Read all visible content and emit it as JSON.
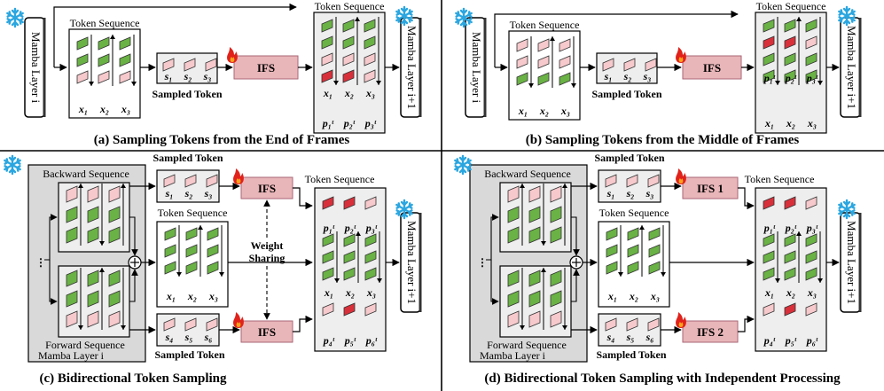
{
  "colors": {
    "green": "#6ab245",
    "pink": "#f6c9cc",
    "red": "#d8303b",
    "ifs_fill": "#e8b5b8",
    "snow": "#2aa6e0",
    "gray_box": "#d9d9d9",
    "panel_box": "#eeeeee"
  },
  "icons": {
    "freeze": "snowflake-icon",
    "trainable": "flame-icon"
  },
  "labels": {
    "token_sequence": "Token Sequence",
    "sampled_token": "Sampled Token",
    "ifs": "IFS",
    "ifs1": "IFS 1",
    "ifs2": "IFS 2",
    "mamba_i": "Mamba Layer i",
    "mamba_i1": "Mamba Layer i+1",
    "backward_sequence": "Backward Sequence",
    "forward_sequence": "Forward Sequence",
    "weight": "Weight",
    "sharing": "Sharing"
  },
  "vars": {
    "x1": "x₁",
    "x2": "x₂",
    "x3": "x₃",
    "s1": "s₁",
    "s2": "s₂",
    "s3": "s₃",
    "s4": "s₄",
    "s5": "s₅",
    "s6": "s₆",
    "p1": "p₁ᵗ",
    "p2": "p₂ᵗ",
    "p3": "p₃ᵗ",
    "p4": "p₄ᵗ",
    "p5": "p₅ᵗ",
    "p6": "p₆ᵗ"
  },
  "captions": {
    "a": "(a) Sampling Tokens from the End of Frames",
    "b": "(b) Sampling Tokens from the Middle of Frames",
    "c": "(c) Bidirectional Token Sampling",
    "d": "(d) Bidirectional Token Sampling with Independent Processing"
  }
}
